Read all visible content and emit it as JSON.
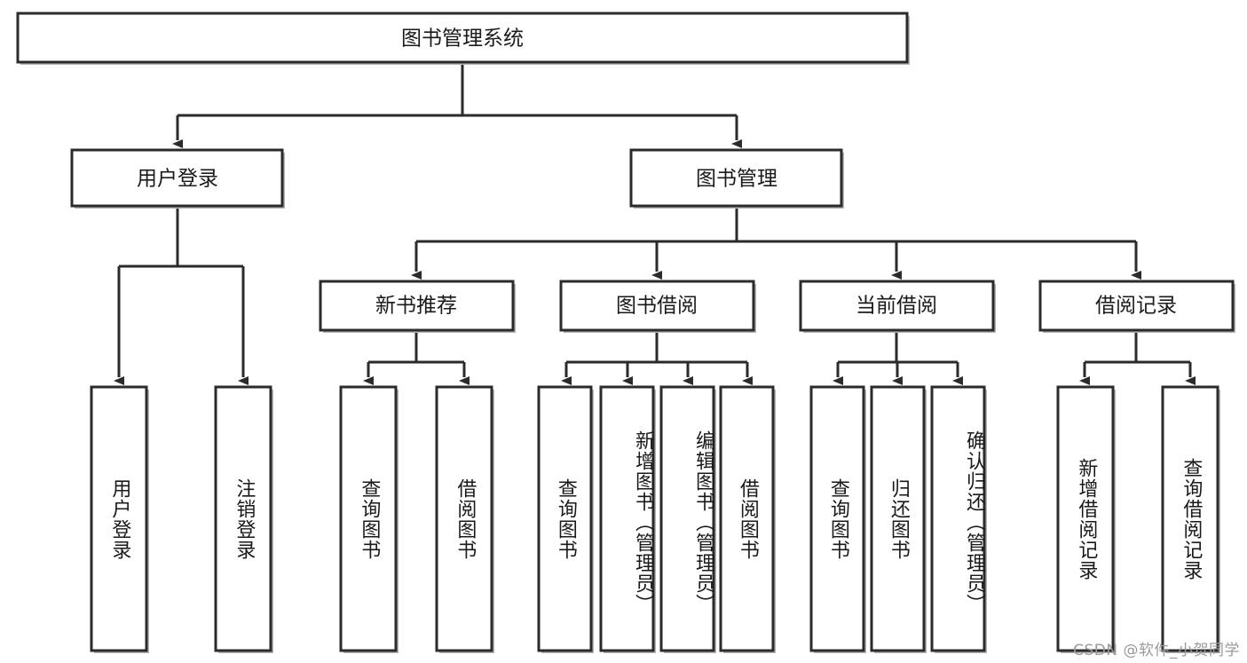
{
  "diagram": {
    "title": "图书管理系统",
    "type": "tree-hierarchy-diagram",
    "watermark": "CSDN @软件_小贺同学",
    "colors": {
      "box_fill": "#ffffff",
      "box_stroke": "#2b2b2b",
      "text": "#1a1a1a",
      "watermark": "#9a9a9a",
      "background": "#ffffff"
    },
    "root": {
      "label": "图书管理系统"
    },
    "level2": [
      {
        "label": "用户登录"
      },
      {
        "label": "图书管理"
      }
    ],
    "level3": [
      {
        "label": "新书推荐",
        "parent": "图书管理"
      },
      {
        "label": "图书借阅",
        "parent": "图书管理"
      },
      {
        "label": "当前借阅",
        "parent": "图书管理"
      },
      {
        "label": "借阅记录",
        "parent": "图书管理"
      }
    ],
    "leaves": {
      "用户登录": [
        {
          "label": "用户登录"
        },
        {
          "label": "注销登录"
        }
      ],
      "新书推荐": [
        {
          "label": "查询图书"
        },
        {
          "label": "借阅图书"
        }
      ],
      "图书借阅": [
        {
          "label": "查询图书"
        },
        {
          "label": "新增图书（管理员）"
        },
        {
          "label": "编辑图书（管理员）"
        },
        {
          "label": "借阅图书"
        }
      ],
      "当前借阅": [
        {
          "label": "查询图书"
        },
        {
          "label": "归还图书"
        },
        {
          "label": "确认归还（管理员）"
        }
      ],
      "借阅记录": [
        {
          "label": "新增借阅记录"
        },
        {
          "label": "查询借阅记录"
        }
      ]
    }
  }
}
